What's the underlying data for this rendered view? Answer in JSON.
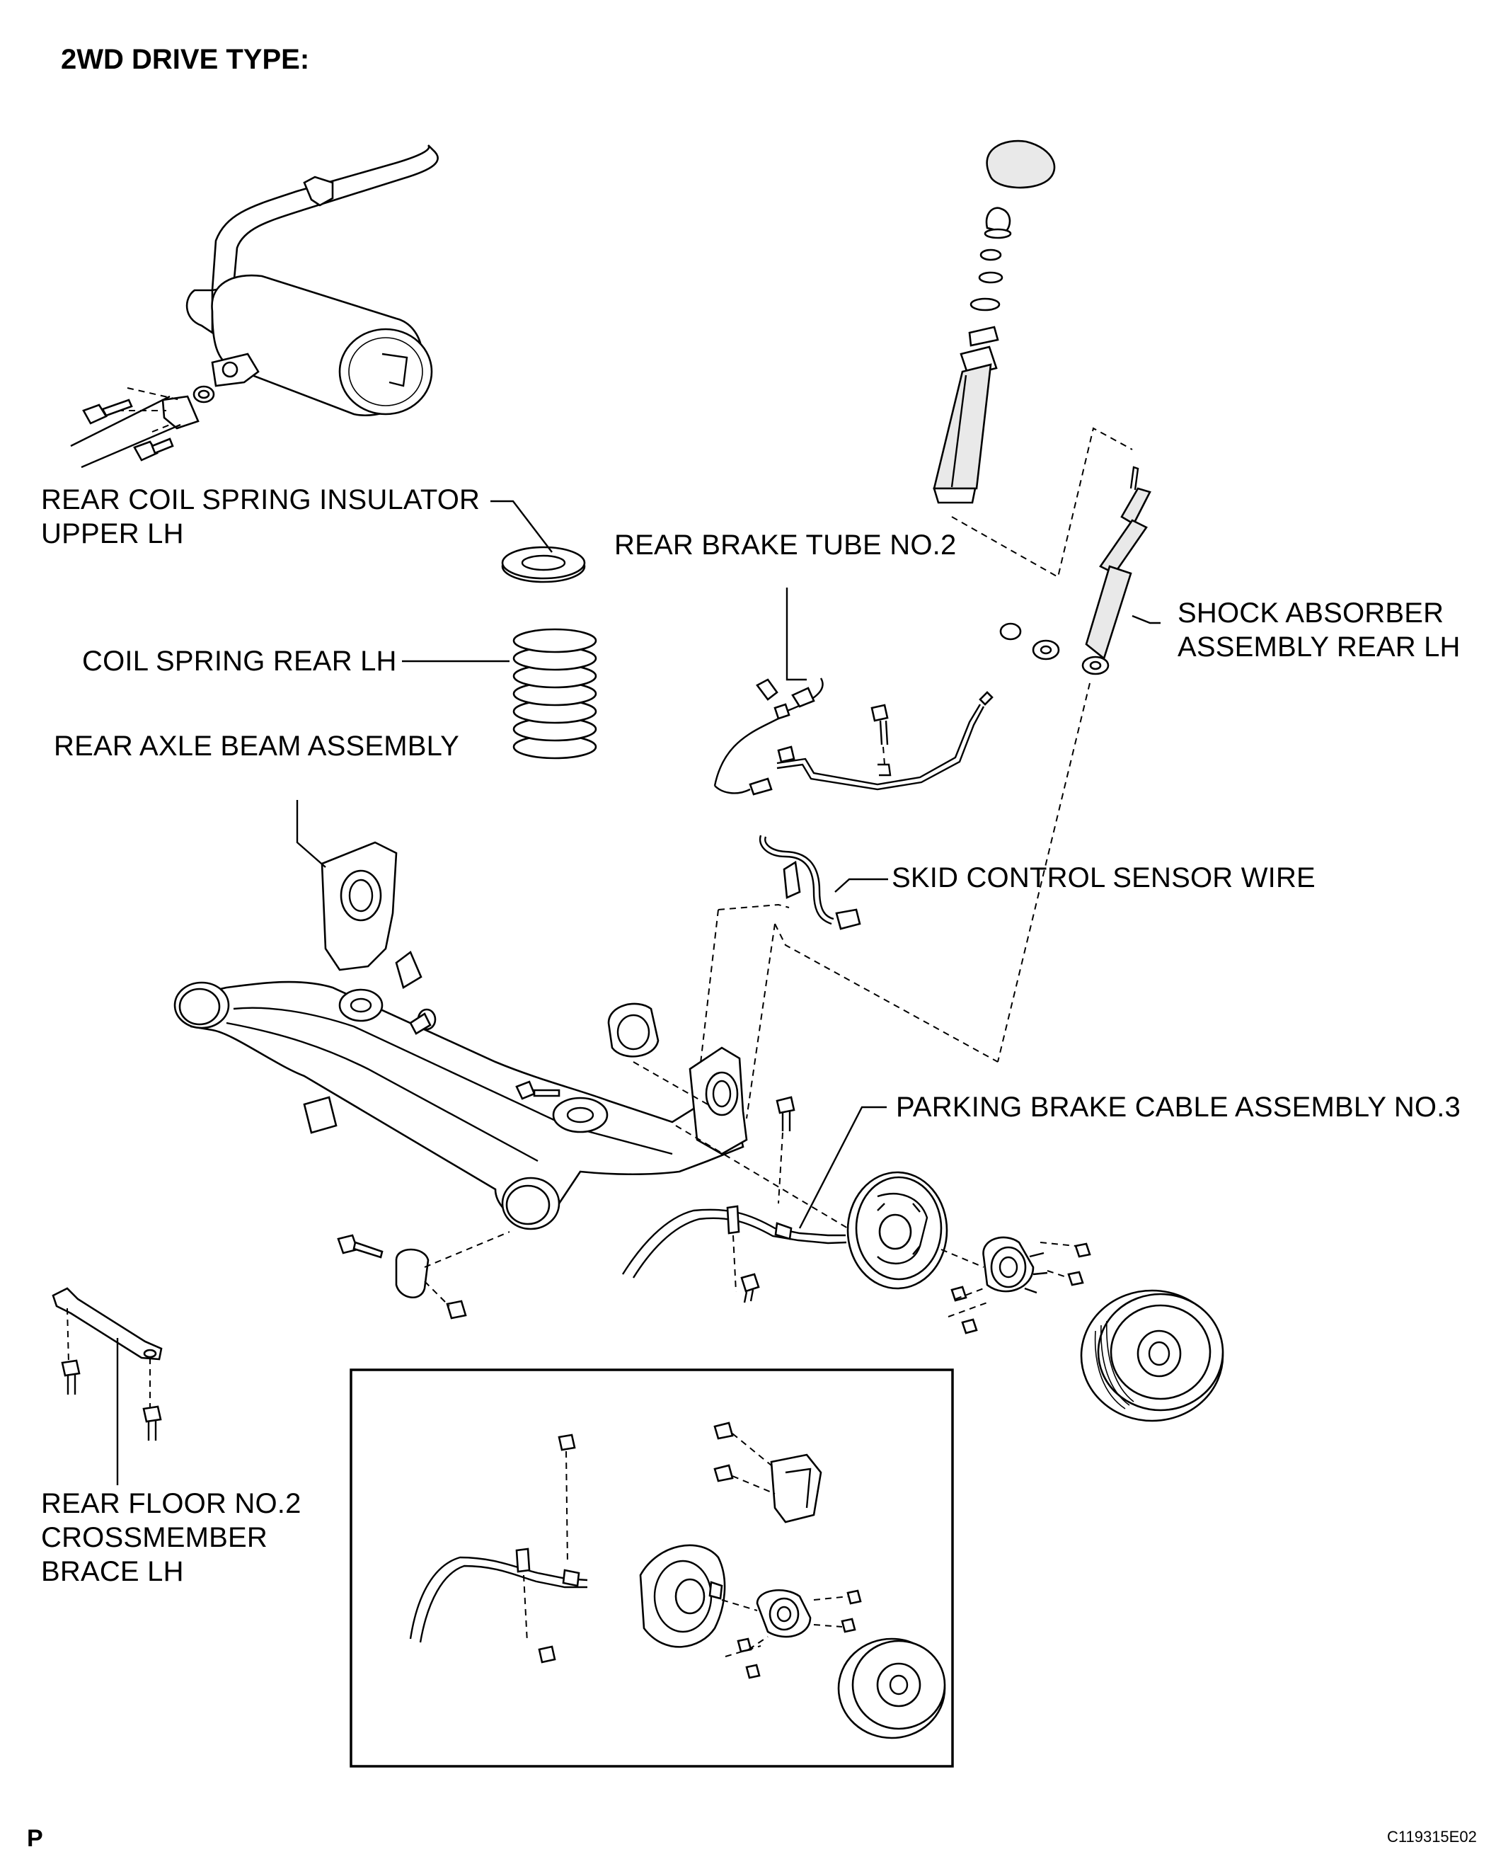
{
  "title": "2WD DRIVE TYPE:",
  "labels": {
    "rear_coil_spring_insulator": [
      "REAR COIL SPRING INSULATOR",
      "UPPER LH"
    ],
    "rear_brake_tube": "REAR BRAKE TUBE NO.2",
    "shock_absorber": [
      "SHOCK ABSORBER",
      "ASSEMBLY REAR LH"
    ],
    "coil_spring": "COIL SPRING REAR LH",
    "rear_axle_beam": "REAR AXLE BEAM ASSEMBLY",
    "skid_control_sensor_wire": "SKID CONTROL SENSOR WIRE",
    "parking_brake_cable": "PARKING BRAKE CABLE ASSEMBLY NO.3",
    "rear_floor_brace": [
      "REAR FLOOR NO.2",
      "CROSSMEMBER",
      "BRACE LH"
    ]
  },
  "footer": {
    "left_mark": "P",
    "figure_code": "C119315E02"
  }
}
